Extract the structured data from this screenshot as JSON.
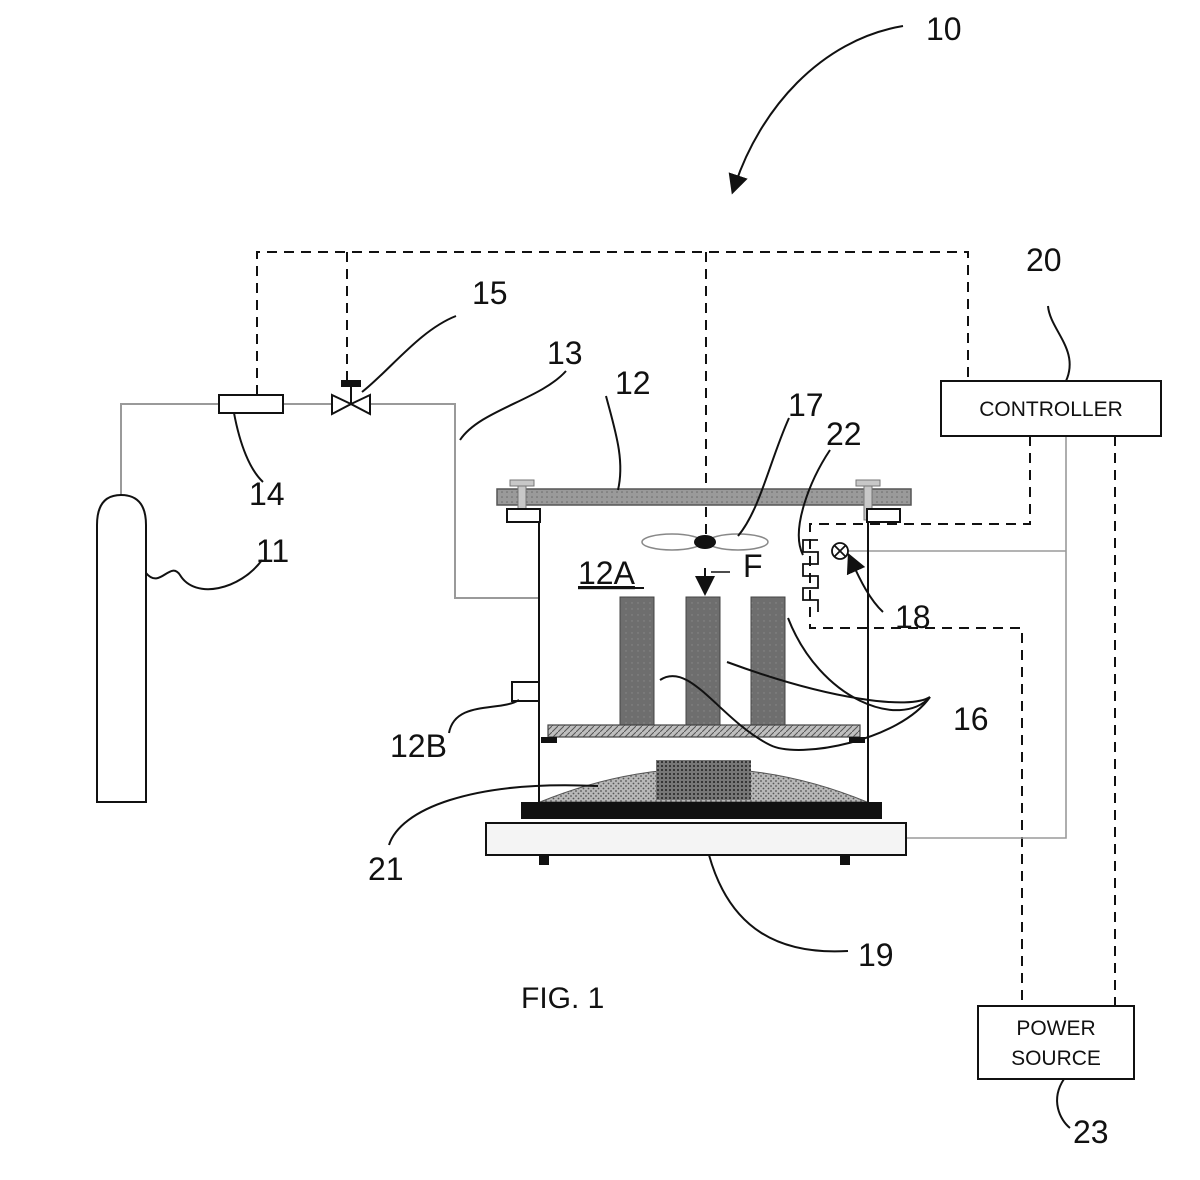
{
  "figure": {
    "caption": "FIG. 1",
    "colors": {
      "line": "#111111",
      "pipe": "#9a9a9a",
      "lid": "#8c8c8c",
      "sample": "#6e6e6e",
      "heater_base": "#111111",
      "stage": "#f4f4f4"
    }
  },
  "boxes": {
    "controller": "CONTROLLER",
    "power_line1": "POWER",
    "power_line2": "SOURCE"
  },
  "refs": {
    "system": "10",
    "cylinder": "11",
    "chamber": "12",
    "chamber_interior": "12A",
    "port": "12B",
    "gas_line": "13",
    "flow_meter": "14",
    "valve": "15",
    "samples": "16",
    "fan": "17",
    "sensor": "18",
    "stage": "19",
    "controller": "20",
    "heat_source": "21",
    "heater": "22",
    "power_source": "23",
    "flow": "F"
  }
}
